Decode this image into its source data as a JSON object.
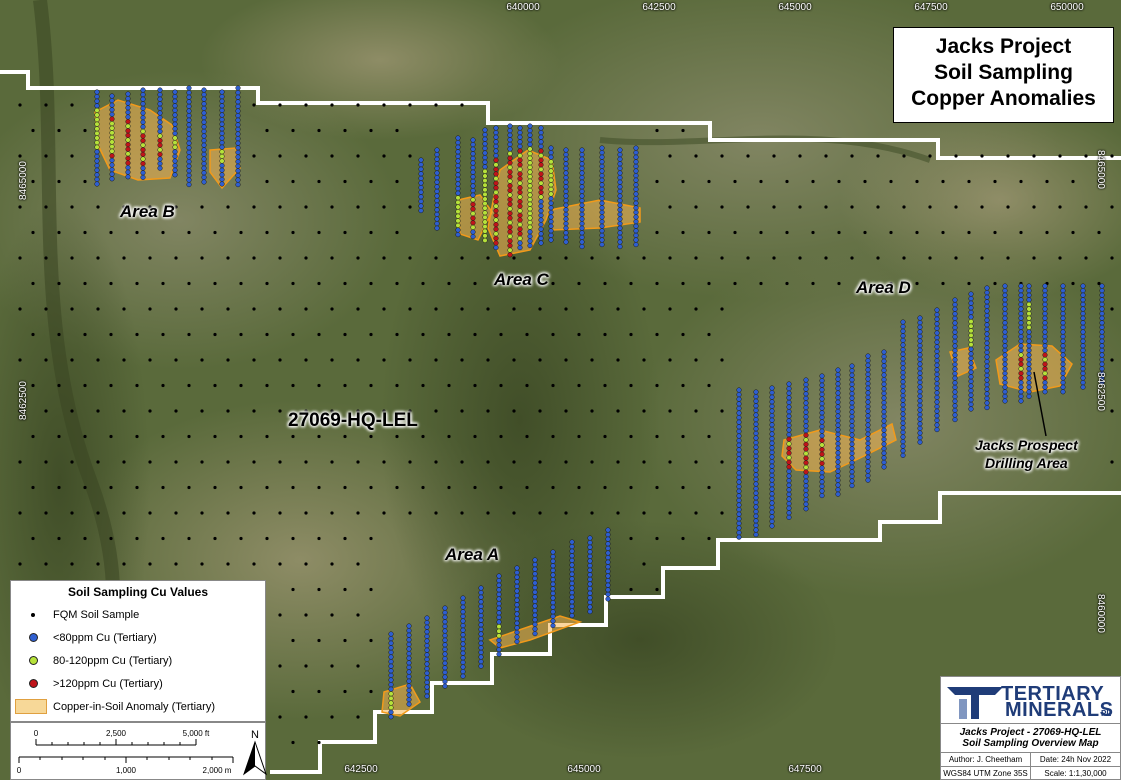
{
  "title": {
    "line1": "Jacks Project",
    "line2": "Soil Sampling",
    "line3": "Copper Anomalies"
  },
  "grid": {
    "eastings": [
      "640000",
      "642500",
      "645000",
      "647500",
      "650000"
    ],
    "northings_left": [
      "8465000",
      "8462500"
    ],
    "northings_right": [
      "8465000",
      "8462500",
      "8460000"
    ]
  },
  "areas": {
    "a": "Area A",
    "b": "Area B",
    "c": "Area C",
    "d": "Area D"
  },
  "licence": "27069-HQ-LEL",
  "prospect": {
    "line1": "Jacks Prospect",
    "line2": "Drilling Area"
  },
  "legend": {
    "title": "Soil Sampling Cu Values",
    "items": [
      {
        "label": "FQM Soil Sample",
        "icon": "black-dot-icon",
        "color": "#000000"
      },
      {
        "label": "<80ppm Cu (Tertiary)",
        "icon": "blue-dot-icon",
        "color": "#2f5fd0"
      },
      {
        "label": "80-120ppm Cu (Tertiary)",
        "icon": "green-dot-icon",
        "color": "#b6e23a"
      },
      {
        "label": ">120ppm Cu (Tertiary)",
        "icon": "red-dot-icon",
        "color": "#c0141a"
      },
      {
        "label": "Copper-in-Soil Anomaly (Tertiary)",
        "icon": "anomaly-polygon-icon",
        "color": "#f7c97a"
      }
    ]
  },
  "scale": {
    "feet": [
      "0",
      "2,500",
      "5,000 ft"
    ],
    "metres": [
      "0",
      "1,000",
      "2,000 m"
    ],
    "north": "N"
  },
  "info": {
    "logo_line1": "TERTIARY",
    "logo_line2": "MINERALS",
    "logo_suffix": "PL",
    "map_title_1": "Jacks Project - 27069-HQ-LEL",
    "map_title_2": "Soil Sampling Overview Map",
    "author": "Author: J. Cheetham",
    "date": "Date: 24h Nov 2022",
    "crs": "WGS84 UTM Zone 35S",
    "scale": "Scale: 1:1,30,000"
  },
  "colors": {
    "boundary": "#ffffff",
    "sample_low": "#2f5fd0",
    "sample_mid": "#b6e23a",
    "sample_high": "#c0141a",
    "anomaly_fill": "#f5b450",
    "fqm_dot": "#000000",
    "logo_blue": "#1f3c78"
  }
}
